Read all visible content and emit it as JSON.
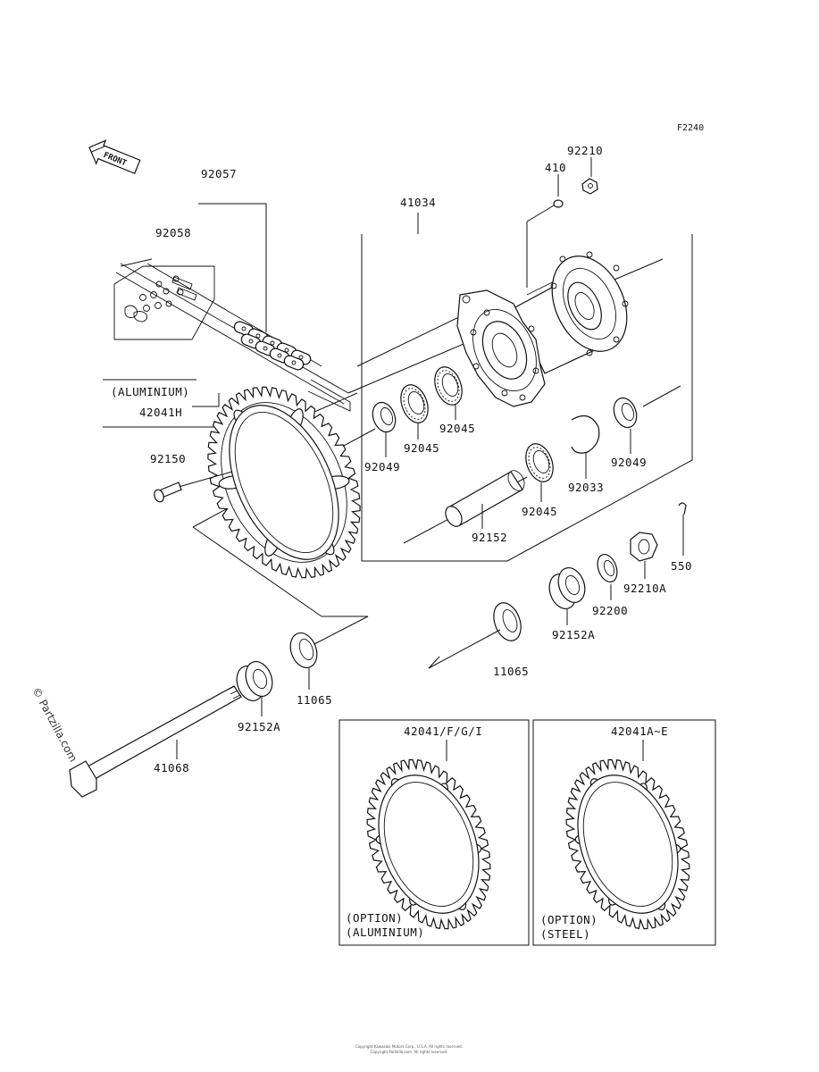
{
  "diagram": {
    "ref_code": "F2240",
    "front_label": "FRONT",
    "watermark": "© Partzilla.com",
    "footer_line1": "Copyright Kawasaki Motors Corp., U.S.A. All rights reserved.",
    "footer_line2": "Copyright Partzilla.com. All rights reserved.",
    "parts": {
      "p92057": "92057",
      "p92058": "92058",
      "p41034": "41034",
      "p410": "410",
      "p92210": "92210",
      "aluminium_note": "(ALUMINIUM)",
      "p42041H": "42041H",
      "p92150": "92150",
      "p92049_left": "92049",
      "p92045_a": "92045",
      "p92045_b": "92045",
      "p92045_c": "92045",
      "p92033": "92033",
      "p92049_right": "92049",
      "p92152": "92152",
      "p550": "550",
      "p92210A": "92210A",
      "p92200": "92200",
      "p92152A_right": "92152A",
      "p11065_right": "11065",
      "p11065_left": "11065",
      "p92152A_left": "92152A",
      "p41068": "41068"
    },
    "options": {
      "alu": {
        "part": "42041/F/G/I",
        "line1": "(OPTION)",
        "line2": "(ALUMINIUM)"
      },
      "steel": {
        "part": "42041A~E",
        "line1": "(OPTION)",
        "line2": "(STEEL)"
      }
    }
  }
}
